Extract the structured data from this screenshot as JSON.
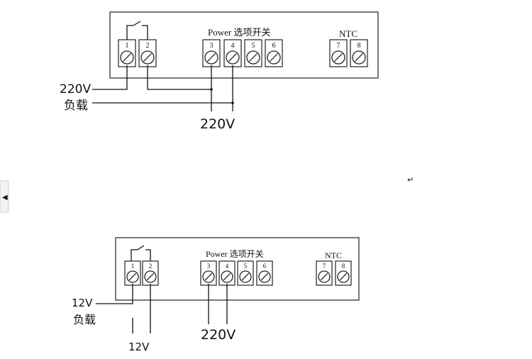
{
  "diagrams": [
    {
      "header_label": "Power 选项开关",
      "ntc_label": "NTC",
      "terminal_numbers": [
        "1",
        "2",
        "3",
        "4",
        "5",
        "6",
        "7",
        "8"
      ],
      "supply_label_left": "220V",
      "load_label": "负载",
      "supply_label_bottom": "220V"
    },
    {
      "header_label": "Power 选项开关",
      "ntc_label": "NTC",
      "terminal_numbers": [
        "1",
        "2",
        "3",
        "4",
        "5",
        "6",
        "7",
        "8"
      ],
      "supply_label_left": "12V",
      "load_label": "负载",
      "supply_label_left_bottom": "12V",
      "supply_label_bottom": "220V"
    }
  ],
  "margin_mark": "↵",
  "side_arrow": "◀"
}
